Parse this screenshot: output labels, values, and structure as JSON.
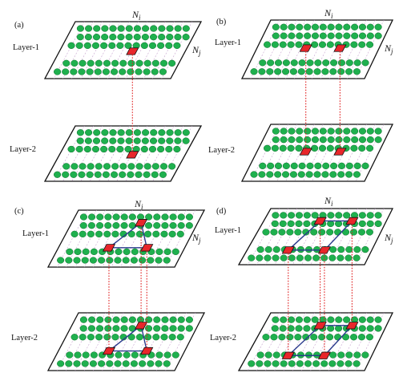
{
  "panels": [
    {
      "id": "a",
      "label": "(a)",
      "layer1": "Layer-1",
      "layer2": "Layer-2",
      "ni": "N",
      "ni_sub": "i",
      "nj": "N",
      "nj_sub": "j",
      "impurities": 1,
      "cluster_shape": "none"
    },
    {
      "id": "b",
      "label": "(b)",
      "layer1": "Layer-1",
      "layer2": "Layer-2",
      "ni": "N",
      "ni_sub": "i",
      "nj": "N",
      "nj_sub": "j",
      "impurities": 2,
      "cluster_shape": "none"
    },
    {
      "id": "c",
      "label": "(c)",
      "layer1": "Layer-1",
      "layer2": "Layer-2",
      "ni": "N",
      "ni_sub": "i",
      "nj": "N",
      "nj_sub": "j",
      "impurities": 3,
      "cluster_shape": "triangle"
    },
    {
      "id": "d",
      "label": "(d)",
      "layer1": "Layer-1",
      "layer2": "Layer-2",
      "ni": "N",
      "ni_sub": "i",
      "nj": "N",
      "nj_sub": "j",
      "impurities": 4,
      "cluster_shape": "parallelogram"
    }
  ],
  "colors": {
    "atom": "#1fb04e",
    "impurity": "#e8262b",
    "interlayer_link": "#e02020",
    "cluster_edge": "#2a3a8c",
    "plane_edge": "#111111"
  }
}
